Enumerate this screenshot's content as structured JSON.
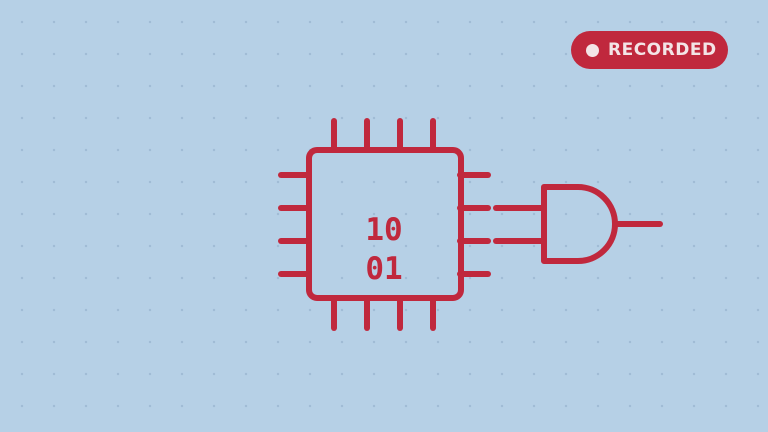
{
  "status_badge": {
    "label": "RECORDED"
  },
  "chip": {
    "bits_row1": "10",
    "bits_row2": "01"
  },
  "colors": {
    "background": "#b6d0e6",
    "accent": "#c0283d",
    "badge_text": "#f3e4e6"
  },
  "icons": {
    "chip": "microchip-icon",
    "gate": "and-gate-icon",
    "badge_dot": "record-dot-icon"
  }
}
